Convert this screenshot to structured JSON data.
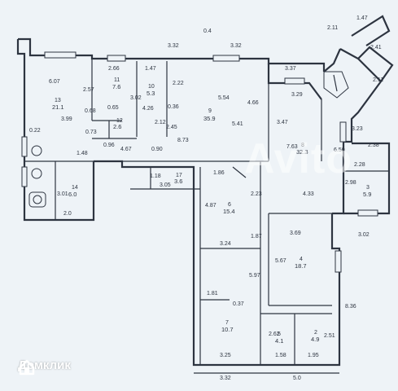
{
  "plan": {
    "rooms": [
      {
        "id": "13",
        "area": "21.1"
      },
      {
        "id": "11",
        "area": "7.6"
      },
      {
        "id": "10",
        "area": "5.3"
      },
      {
        "id": "9",
        "area": "35.9"
      },
      {
        "id": "12",
        "area": "2.6"
      },
      {
        "id": "14",
        "area": "6.0"
      },
      {
        "id": "17",
        "area": "3.6"
      },
      {
        "id": "8",
        "area": "32.3"
      },
      {
        "id": "3",
        "area": "5.9"
      },
      {
        "id": "6",
        "area": "15.4"
      },
      {
        "id": "4",
        "area": "18.7"
      },
      {
        "id": "7",
        "area": "10.7"
      },
      {
        "id": "5",
        "area": "4.1"
      },
      {
        "id": "2",
        "area": "4.9"
      }
    ],
    "dimensions": [
      "3.32",
      "3.32",
      "0.4",
      "6.07",
      "2.66",
      "1.47",
      "2.57",
      "0.68",
      "0.65",
      "3.02",
      "4.26",
      "0.36",
      "2.22",
      "5.54",
      "4.66",
      "3.99",
      "0.73",
      "0.96",
      "1.48",
      "4.67",
      "0.90",
      "2.12",
      "2.45",
      "5.41",
      "8.73",
      "0.22",
      "3.01",
      "2.0",
      "1.18",
      "3.05",
      "1.86",
      "4.87",
      "2.23",
      "3.37",
      "3.29",
      "3.47",
      "7.63",
      "6.50",
      "3.23",
      "2.38",
      "2.28",
      "2.98",
      "4.33",
      "3.02",
      "1.47",
      "2.41",
      "2.11",
      "2.11",
      "3.24",
      "3.69",
      "1.87",
      "5.67",
      "5.97",
      "1.81",
      "0.37",
      "2.62",
      "2.51",
      "8.36",
      "3.25",
      "1.58",
      "1.95",
      "3.32",
      "5.0"
    ]
  },
  "watermark": "Avito",
  "brand": {
    "name": "Домклик",
    "icon": "domclick-house-icon"
  },
  "colors": {
    "background": "#eef3f7",
    "ink": "#2d3440",
    "brand": "#ffffff"
  }
}
